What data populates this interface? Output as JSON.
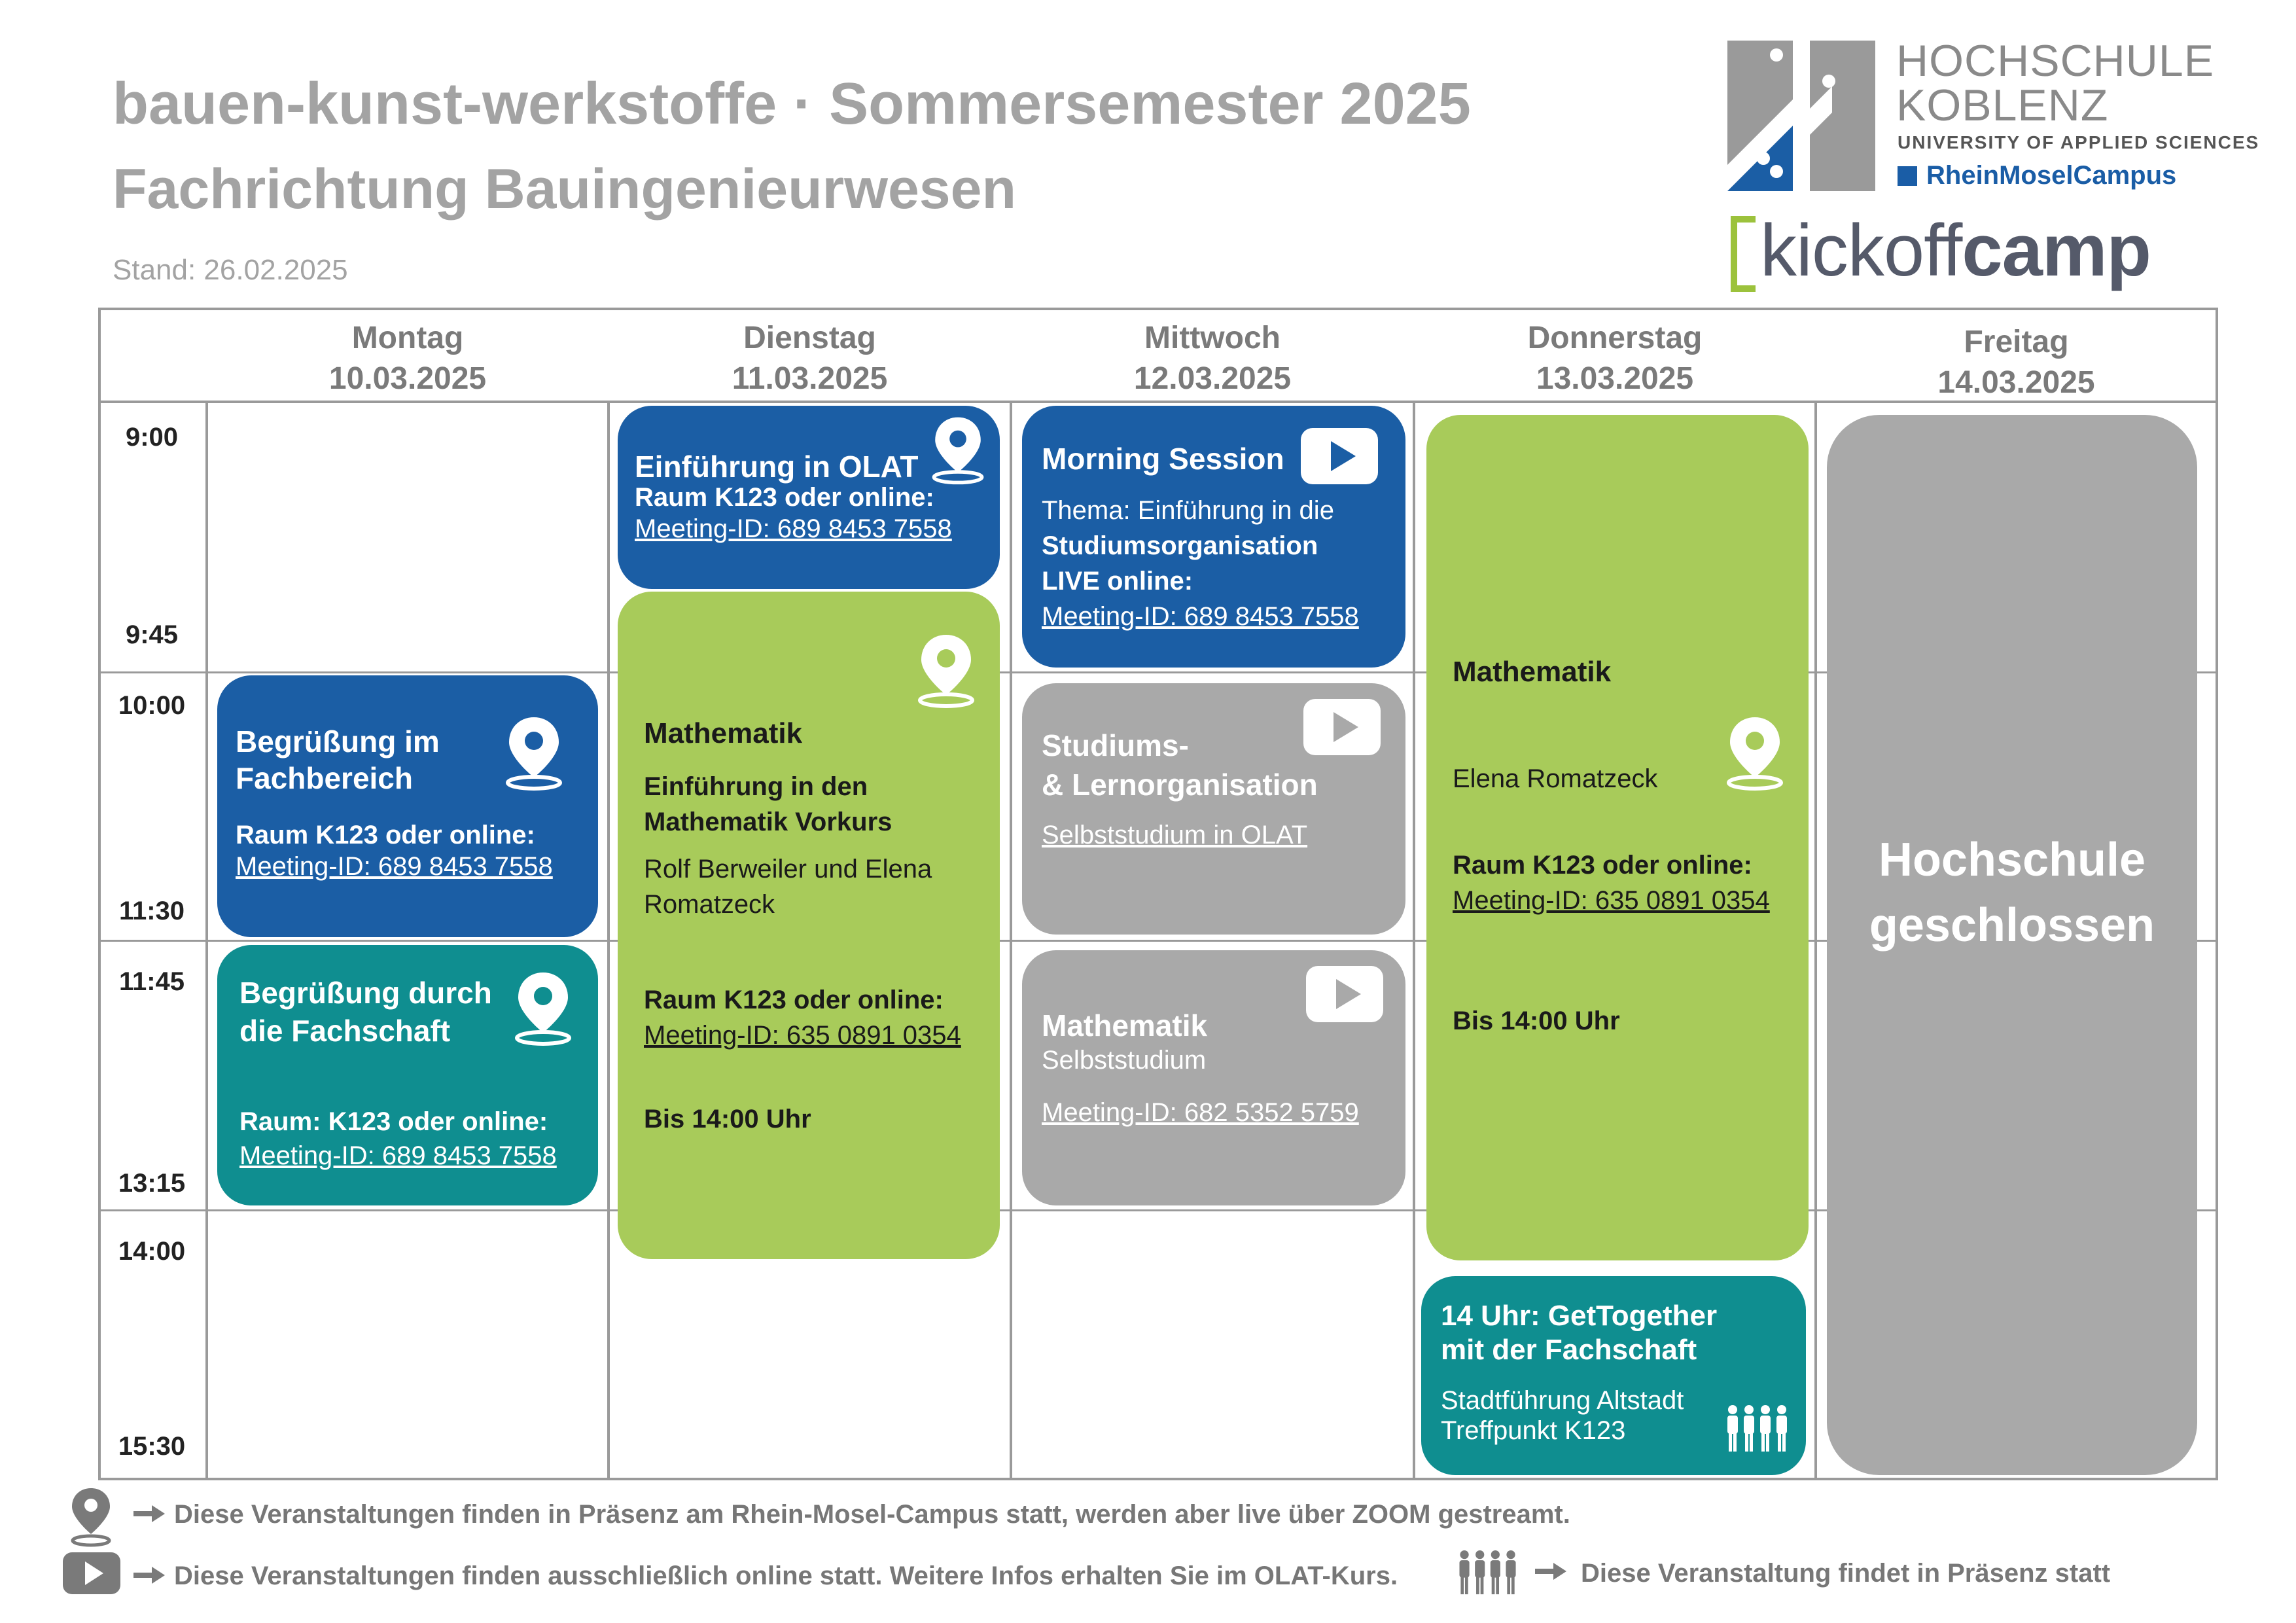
{
  "header": {
    "title": "bauen-kunst-werkstoffe · Sommersemester 2025",
    "subtitle": "Fachrichtung Bauingenieurwesen",
    "stand": "Stand: 26.02.2025"
  },
  "logo": {
    "line1": "HOCHSCHULE",
    "line2": "KOBLENZ",
    "line3": "UNIVERSITY OF APPLIED SCIENCES",
    "line4": "RheinMoselCampus",
    "kick_a": "kick",
    "kick_b": "off",
    "kick_c": "camp"
  },
  "days": [
    {
      "name": "Montag",
      "date": "10.03.2025"
    },
    {
      "name": "Dienstag",
      "date": "11.03.2025"
    },
    {
      "name": "Mittwoch",
      "date": "12.03.2025"
    },
    {
      "name": "Donnerstag",
      "date": "13.03.2025"
    },
    {
      "name": "Freitag",
      "date": "14.03.2025"
    }
  ],
  "times": [
    "9:00",
    "9:45",
    "10:00",
    "11:30",
    "11:45",
    "13:15",
    "14:00",
    "15:30"
  ],
  "events": {
    "mon_begruessung": {
      "title1": "Begrüßung im",
      "title2": "Fachbereich",
      "room": "Raum K123 oder online:",
      "meeting": "Meeting-ID:  689 8453 7558"
    },
    "mon_fachschaft": {
      "title1": "Begrüßung durch",
      "title2": "die Fachschaft",
      "room": "Raum: K123 oder online:",
      "meeting": "Meeting-ID:  689 8453 7558"
    },
    "tue_olat": {
      "title": "Einführung in OLAT",
      "room": "Raum K123 oder online:",
      "meeting": "Meeting-ID:  689 8453 7558"
    },
    "tue_mathe": {
      "title": "Mathematik",
      "sub1": "Einführung in den",
      "sub2": "Mathematik Vorkurs",
      "people1": "Rolf Berweiler und Elena",
      "people2": "Romatzeck",
      "room": "Raum K123 oder online:",
      "meeting": "Meeting-ID: 635 0891 0354",
      "until": "Bis 14:00 Uhr"
    },
    "wed_morning": {
      "title": "Morning Session",
      "line1": "Thema: Einführung in die",
      "line2": "Studiumsorganisation",
      "line3": "LIVE online:",
      "meeting": "Meeting-ID:  689 8453 7558"
    },
    "wed_studium": {
      "title1": "Studiums-",
      "title2": "& Lernorganisation",
      "link": "Selbststudium in OLAT"
    },
    "wed_mathe": {
      "title": "Mathematik",
      "sub": "Selbststudium",
      "meeting": "Meeting-ID: 682 5352 5759"
    },
    "thu_mathe": {
      "title": "Mathematik",
      "person": "Elena Romatzeck",
      "room": "Raum K123 oder online:",
      "meeting": "Meeting-ID: 635 0891 0354",
      "until": "Bis 14:00 Uhr"
    },
    "thu_gettogether": {
      "title1": "14 Uhr: GetTogether",
      "title2": "mit der Fachschaft",
      "line1": "Stadtführung Altstadt",
      "line2": "Treffpunkt K123"
    },
    "fri_closed": {
      "line1": "Hochschule",
      "line2": "geschlossen"
    }
  },
  "legend": {
    "presence_stream": "Diese Veranstaltungen finden in Präsenz am Rhein-Mosel-Campus statt, werden aber live über ZOOM gestreamt.",
    "online_only": "Diese Veranstaltungen finden ausschließlich online statt. Weitere Infos erhalten Sie im OLAT-Kurs.",
    "presence_only": "Diese Veranstaltung findet in Präsenz statt"
  },
  "colors": {
    "blue": "#1b5ea5",
    "green": "#a8cb5a",
    "gray": "#a9a9a9",
    "teal": "#0f8e90",
    "header_gray": "#a3a3a3"
  }
}
